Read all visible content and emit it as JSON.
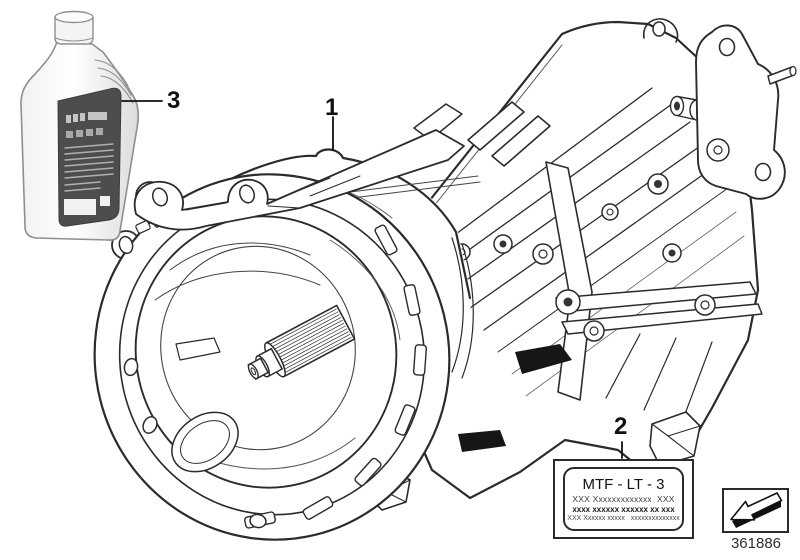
{
  "figure": {
    "type": "parts-diagram",
    "subject": "manual gearbox with transmission fluid bottle",
    "colors": {
      "background": "#ffffff",
      "line": "#2b2b2b",
      "bottle_label": "#4d4d4d",
      "bottle_label_light": "#bdbdbd",
      "shadow_fill": "#161616"
    }
  },
  "callouts": {
    "c1": "1",
    "c2": "2",
    "c3": "3"
  },
  "spec_label": {
    "title": "MTF - LT - 3",
    "line2": "XXX Xxxxxxxxxxxxx  XXX",
    "line3": "xxxx xxxxxx xxxxxx xx xxx",
    "line4": "XXX Xxxxxx xxxxx   xxxxxxxxxxxxxx"
  },
  "footer": {
    "part_number": "361886"
  },
  "icons": {
    "page_turn_arrow": "page-turn-arrow-icon"
  }
}
